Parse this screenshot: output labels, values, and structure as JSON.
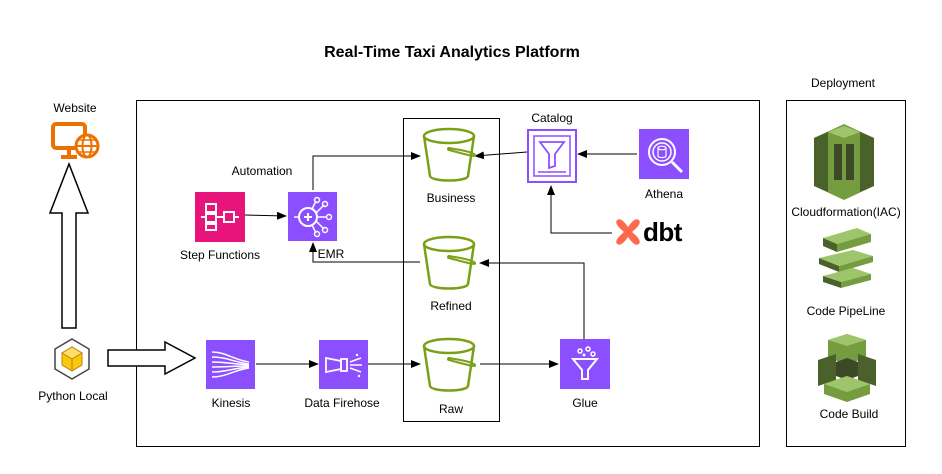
{
  "title": "Real-Time Taxi Analytics Platform",
  "deployment": {
    "heading": "Deployment",
    "items": [
      "Cloudformation(IAC)",
      "Code PipeLine",
      "Code Build"
    ]
  },
  "nodes": {
    "website": "Website",
    "python_local": "Python Local",
    "automation": "Automation",
    "step_functions": "Step Functions",
    "emr": "EMR",
    "kinesis": "Kinesis",
    "firehose": "Data Firehose",
    "business": "Business",
    "refined": "Refined",
    "raw": "Raw",
    "catalog": "Catalog",
    "athena": "Athena",
    "dbt": "dbt",
    "glue": "Glue"
  },
  "colors": {
    "purple": "#8C4FFF",
    "pink": "#E7157B",
    "bucket_green": "#7AA116",
    "orange": "#ED7100",
    "dark_green_a": "#3F8624",
    "dark_green_b": "#6B9A2E",
    "dbt_orange": "#FF694B"
  }
}
